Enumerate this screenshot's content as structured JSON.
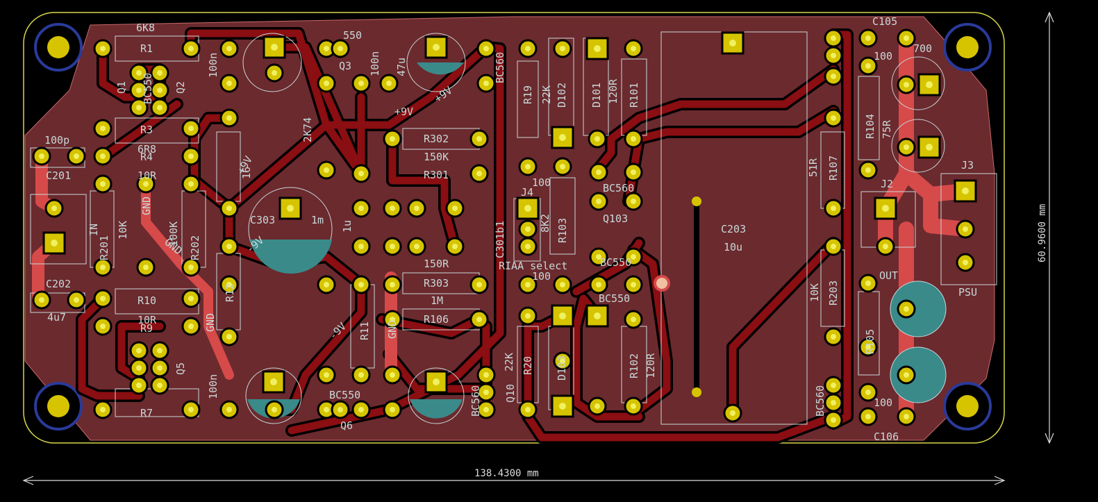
{
  "board": {
    "dim_width": "138.4300 mm",
    "dim_height": "60.9600 mm",
    "colors": {
      "background": "#000000",
      "copper_fill": "#6b2a2e",
      "track_back": "#8a0e12",
      "track_front": "#d64a4a",
      "pad": "#d6c400",
      "pad_hole": "#f0f060",
      "silk": "#c8d8d8",
      "outline": "#d8d84a",
      "mount_ring": "#2a3a9a",
      "electrolytic": "#3a8a8a"
    }
  },
  "components": {
    "r1": "R1",
    "r4": "R4",
    "r3": "R3",
    "r10": "R10",
    "r9": "R9",
    "r7": "R7",
    "r201": "R201",
    "r202": "R202",
    "r12": "R12",
    "r11": "R11",
    "r302": "R302",
    "r301": "R301",
    "r303": "R303",
    "r106": "R106",
    "r19": "R19",
    "r20": "R20",
    "r101": "R101",
    "r102": "R102",
    "r103": "R103",
    "r104": "R104",
    "r105": "R105",
    "r107": "R107",
    "r203": "R203",
    "d101": "D101",
    "d102": "D102",
    "d103": "D103",
    "c201": "C201",
    "c202": "C202",
    "c203": "C203",
    "c303": "C303",
    "c105": "C105",
    "c106": "C106",
    "c301b1": "C301b1",
    "q1": "Q1",
    "q2": "Q2",
    "q3": "Q3",
    "q5": "Q5",
    "q6": "Q6",
    "q10": "Q10",
    "q103": "Q103",
    "j2": "J2",
    "j3": "J3",
    "j4": "J4"
  },
  "values": {
    "v6k8": "6K8",
    "v6r8": "6R8",
    "v10r_a": "10R",
    "v10r_b": "10R",
    "v100p": "100p",
    "v4u7": "4u7",
    "v100k": "100K",
    "v10k_a": "10K",
    "v550": "550",
    "v100n_a": "100n",
    "v100n_b": "100n",
    "v100n_c": "100n",
    "v47u": "47u",
    "v2k74": "2K74",
    "v150k": "150K",
    "v150r": "150R",
    "v1m": "1M",
    "v1m_cap": "1m",
    "v1u": "1u",
    "v16": "16",
    "v22k_a": "22K",
    "v22k_b": "22K",
    "v120r_a": "120R",
    "v120r_b": "120R",
    "v8k2": "8K2",
    "v51r": "51R",
    "v75r": "75R",
    "v10k_b": "10K",
    "v100_a": "100",
    "v100_b": "100",
    "v100_c": "100",
    "v100_d": "100",
    "v10u": "10u",
    "v700": "700",
    "vin": "IN",
    "vout": "OUT",
    "vpsu": "PSU",
    "vriaa": "RIAA select",
    "bc550_a": "BC550",
    "bc550_b": "BC550",
    "bc550_c": "BC550",
    "bc550_d": "BC550",
    "bc560_a": "BC560",
    "bc560_b": "BC560",
    "bc560_c": "BC560",
    "bc560_d": "BC560"
  },
  "nets": {
    "p9v_a": "+9V",
    "p9v_b": "+9V",
    "p9v_c": "+9V",
    "m9v_a": "-9V",
    "m9v_b": "-9V",
    "gnd_a": "GND",
    "gnd_b": "GND",
    "gnd_c": "GND",
    "gnd_d": "GND"
  }
}
